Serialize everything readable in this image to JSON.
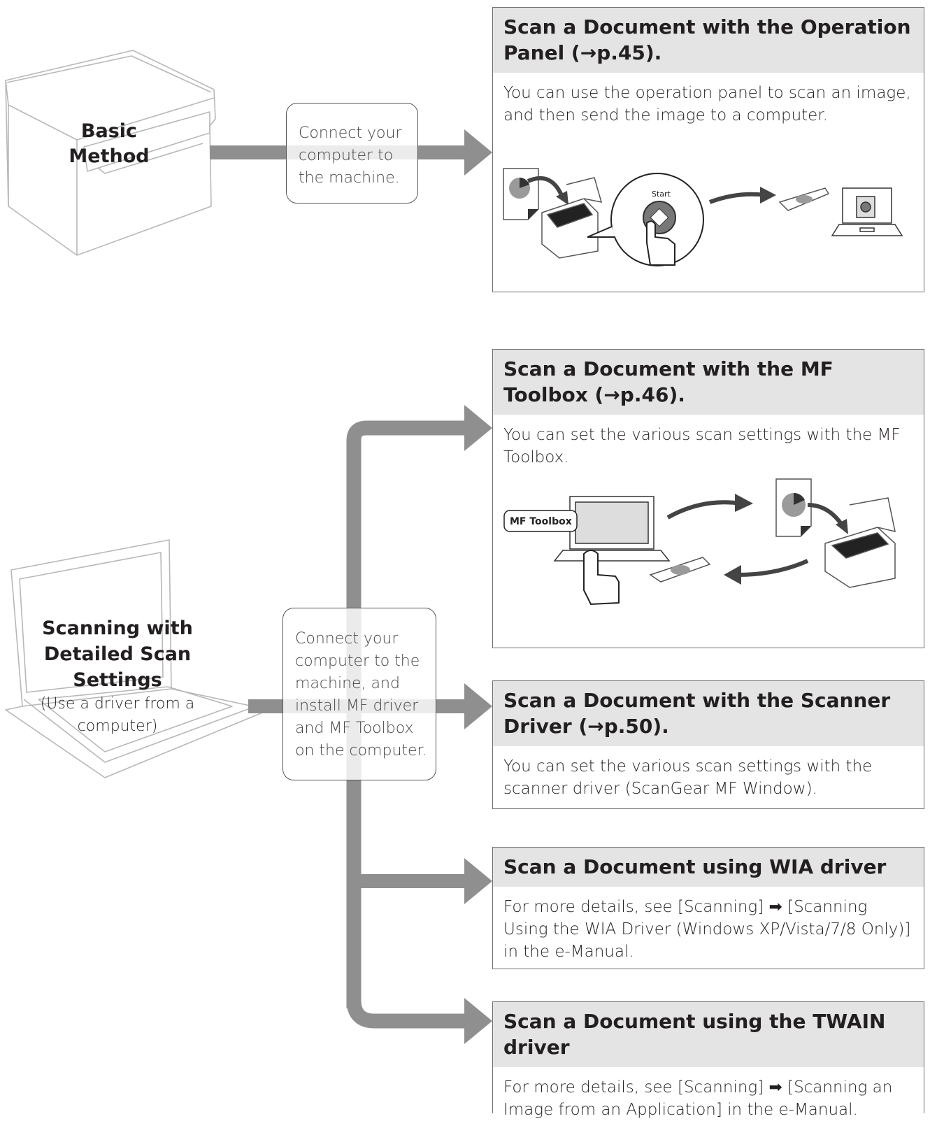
{
  "colors": {
    "arrow": "#8f8f8f",
    "header_bg": "#e4e4e4",
    "border": "#6d6e71",
    "text": "#231f20"
  },
  "basic": {
    "label_line1": "Basic",
    "label_line2": "Method",
    "callout": [
      "Connect your",
      "computer to",
      "the machine."
    ],
    "icon": "multifunction-printer-icon"
  },
  "detailed": {
    "title_line1": "Scanning with",
    "title_line2": "Detailed Scan",
    "title_line3": "Settings",
    "subtitle_line1": "(Use a driver from a",
    "subtitle_line2": "computer)",
    "callout": [
      "Connect your",
      "computer to the",
      "machine, and",
      "install MF driver",
      "and MF Toolbox",
      "on the computer."
    ],
    "icon": "laptop-icon"
  },
  "cards": [
    {
      "title": "Scan a Document with the Operation Panel (→p.45).",
      "body": "You can use the operation panel to scan an image, and then send the image to a computer.",
      "illustration": {
        "start_label": "Start"
      }
    },
    {
      "title": "Scan a Document with the MF Toolbox (→p.46).",
      "body": "You can set the various scan settings with the MF Toolbox.",
      "illustration": {
        "app_label": "MF Toolbox"
      }
    },
    {
      "title": "Scan a Document with the Scanner Driver (→p.50).",
      "body": "You can set the various scan settings with the scanner driver (ScanGear MF Window)."
    },
    {
      "title": "Scan a Document using WIA driver",
      "body_pre": "For more details, see [Scanning] ",
      "body_arrow": "➡",
      "body_post": " [Scanning Using the WIA Driver (Windows XP/Vista/7/8 Only)] in the e-Manual."
    },
    {
      "title": "Scan a Document using the TWAIN driver",
      "body_pre": "For more details, see [Scanning] ",
      "body_arrow": "➡",
      "body_post": " [Scanning an Image from an Application] in the e-Manual."
    }
  ]
}
